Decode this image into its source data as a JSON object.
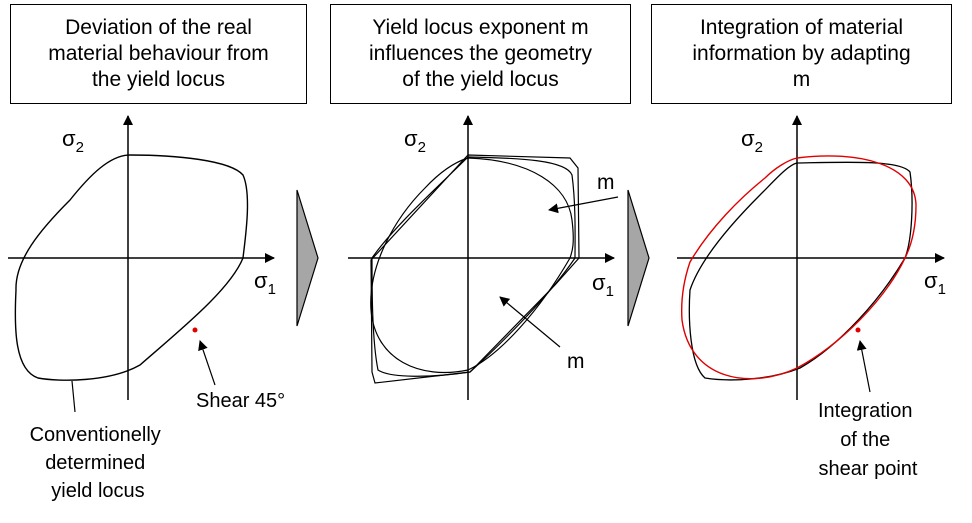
{
  "panels": [
    {
      "title": "Deviation of the real\nmaterial behaviour from\nthe yield locus",
      "axis_y_label": "σ",
      "axis_y_sub": "2",
      "axis_x_label": "σ",
      "axis_x_sub": "1",
      "annotation_shear": "Shear 45°",
      "annotation_conventional": [
        "Conventionelly",
        "determined",
        "yield locus"
      ]
    },
    {
      "title": "Yield locus exponent m\ninfluences the geometry\nof the yield locus",
      "axis_y_label": "σ",
      "axis_y_sub": "2",
      "axis_x_label": "σ",
      "axis_x_sub": "1",
      "annotation_m_upper": "m",
      "annotation_m_lower": "m"
    },
    {
      "title": "Integration of material\ninformation by adapting\nm",
      "axis_y_label": "σ",
      "axis_y_sub": "2",
      "axis_x_label": "σ",
      "axis_x_sub": "1",
      "annotation_integration": [
        "Integration",
        "of the",
        "shear point"
      ]
    }
  ],
  "colors": {
    "curve": "#000000",
    "adapted_curve": "#e00000",
    "shear_point": "#e00000",
    "process_arrow": "#a6a6a6"
  }
}
